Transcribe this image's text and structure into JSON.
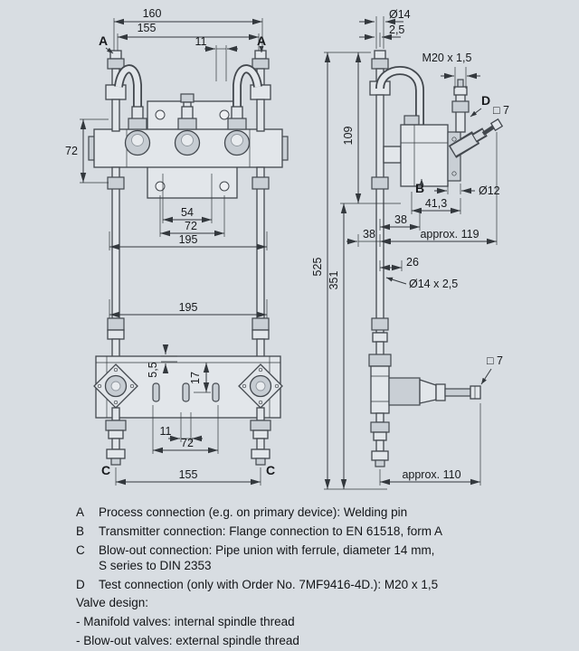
{
  "colors": {
    "background": "#d8dde2",
    "line": "#33383d",
    "metal_light": "#e2e6ea",
    "metal_mid": "#c9cfd5"
  },
  "front_view": {
    "labels": {
      "a_left": "A",
      "a_right": "A",
      "c_left": "C",
      "c_right": "C"
    },
    "dims": {
      "d160": "160",
      "d155": "155",
      "d11": "11",
      "d72v": "72",
      "d54": "54",
      "d72m": "72",
      "d195a": "195",
      "d195b": "195",
      "d5_5": "5,5",
      "d17": "17",
      "d11b": "11",
      "d72b": "72",
      "d155b": "155"
    }
  },
  "side_view": {
    "labels": {
      "b": "B",
      "d": "D"
    },
    "dims": {
      "dia14": "Ø14",
      "wall": "2,5",
      "m20": "M20 x 1,5",
      "d109": "109",
      "d525": "525",
      "d351": "351",
      "d41_3": "41,3",
      "d38a": "38",
      "approx119": "approx. 119",
      "dia12": "Ø12",
      "sq7a": "□ 7",
      "d38b": "38",
      "d26": "26",
      "dia14x": "Ø14 x 2,5",
      "sq7b": "□ 7",
      "approx110": "approx. 110"
    }
  },
  "legend": {
    "items": [
      {
        "key": "A",
        "text": "Process connection (e.g. on primary device): Welding pin"
      },
      {
        "key": "B",
        "text": "Transmitter connection: Flange connection to EN 61518, form A"
      },
      {
        "key": "C",
        "text": "Blow-out connection: Pipe union with ferrule, diameter 14 mm,",
        "text2": "S series to DIN 2353"
      },
      {
        "key": "D",
        "text": "Test connection (only with Order No. 7MF9416-4D.): M20 x 1,5"
      }
    ],
    "valve_design_title": "Valve design:",
    "valve_design_lines": {
      "line1": "- Manifold valves: internal spindle thread",
      "line2": "- Blow-out valves: external spindle thread"
    }
  }
}
